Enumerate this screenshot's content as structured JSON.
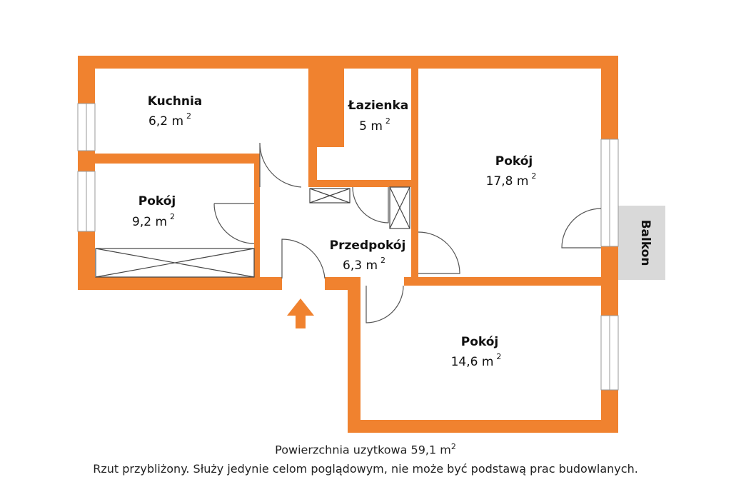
{
  "rooms": {
    "kuchnia": {
      "name": "Kuchnia",
      "area": "6,2 m",
      "exp": "2"
    },
    "lazienka": {
      "name": "Łazienka",
      "area": "5 m",
      "exp": "2"
    },
    "pokoj_large": {
      "name": "Pokój",
      "area": "17,8 m",
      "exp": "2"
    },
    "pokoj_left": {
      "name": "Pokój",
      "area": "9,2 m",
      "exp": "2"
    },
    "przedpokoj": {
      "name": "Przedpokój",
      "area": "6,3 m",
      "exp": "2"
    },
    "pokoj_bottom": {
      "name": "Pokój",
      "area": "14,6 m",
      "exp": "2"
    }
  },
  "balkon": "Balkon",
  "footer": {
    "area_label": "Powierzchnia uzytkowa  59,1 m",
    "area_exp": "2",
    "note": "Rzut przybliżony. Służy jedynie celom poglądowym, nie może być podstawą prac budowlanych."
  },
  "colors": {
    "wall": "#F0822F",
    "window": "#9a9a9a",
    "balcony": "#d9d9d9"
  }
}
